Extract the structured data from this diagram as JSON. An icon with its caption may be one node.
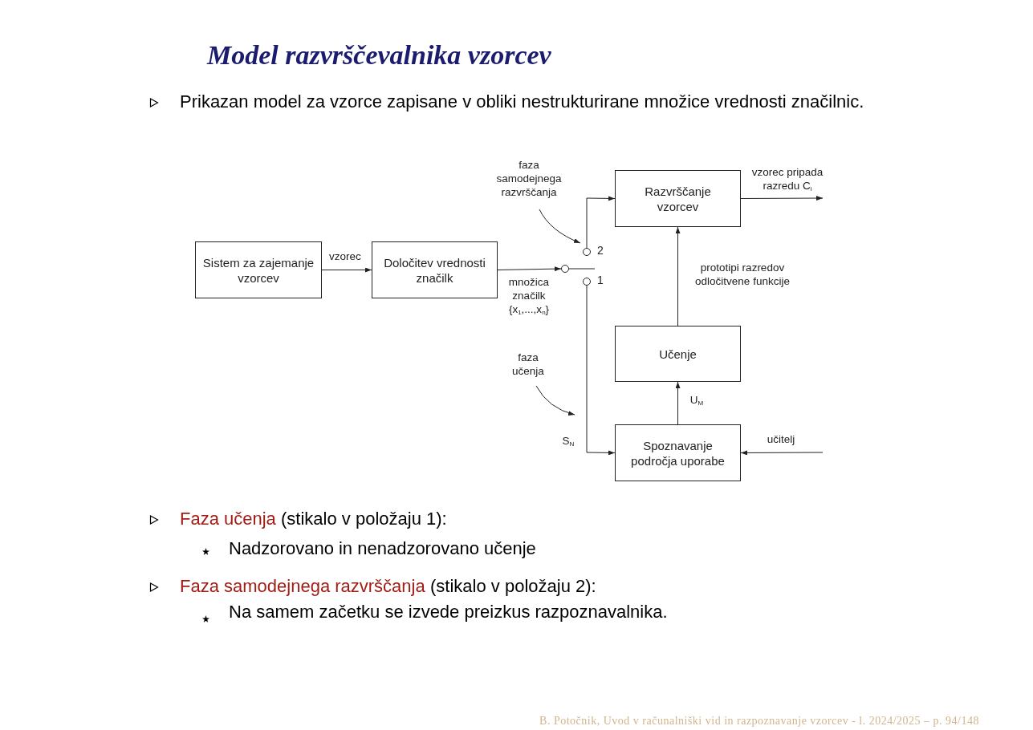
{
  "diagram": {
    "title": "Model razvrščevalnika vzorcev",
    "nodes": [
      {
        "text": [
          "Sistem za zajemanje vzorcev"
        ]
      },
      {
        "text": [
          "Določitev vrednosti značilk"
        ]
      },
      {
        "text": [],
        "shape": "circle"
      },
      {
        "text": [],
        "shape": "circle",
        "beside": [
          "2"
        ]
      },
      {
        "text": [],
        "shape": "circle",
        "beside": [
          "1"
        ]
      },
      {
        "text": [
          "Razvrščanje vzorcev"
        ]
      },
      {
        "text": [
          "Učenje"
        ]
      },
      {
        "text": [
          "Spoznavanje področja uporabe"
        ]
      },
      {
        "text": [
          "faza samodejnega razvrščanja"
        ]
      },
      {
        "text": [
          "faza učenja"
        ]
      }
    ],
    "edges": [
      {
        "from": 0,
        "to": 1,
        "arrow": "to",
        "label": "vzorec"
      },
      {
        "from": 1,
        "to": 2,
        "arrow": "to",
        "label": "množica značilk {x$_{1}$,...,x$_{n}$}"
      },
      {
        "from": 3,
        "to": 5,
        "arrow": "to"
      },
      {
        "from": 4,
        "to": 7,
        "arrow": "to",
        "label": "S$_{N}$"
      },
      {
        "from": 5,
        "to": null,
        "arrow": "to",
        "label": "vzorec pripada razredu C$_{i}$"
      },
      {
        "from": 6,
        "to": 5,
        "arrow": "to",
        "label": "prototipi razredov odločitvene funkcije"
      },
      {
        "from": 7,
        "to": 6,
        "arrow": "to",
        "label": "U$_{M}$"
      },
      {
        "from": null,
        "to": 7,
        "arrow": "to",
        "label": "učitelj"
      },
      {
        "from": 8,
        "to": 3,
        "arrow": "to"
      },
      {
        "from": 9,
        "to": null,
        "arrow": "to"
      }
    ],
    "labels": [
      "Prikazan model za vzorce zapisane v obliki nestrukturirane množice vrednosti značilnic.",
      "Faza učenja",
      "(stikalo v položaju 1):",
      "Nadzorovano in nenadzorovano učenje",
      "Faza samodejnega razvrščanja",
      "(stikalo v položaju 2):",
      "Na samem začetku se izvede preizkus razpoznavalnika.",
      "B. Potočnik, Uvod v računalniški vid in razpoznavanje vzorcev - l. 2024/2025 – p. 94/148"
    ]
  }
}
